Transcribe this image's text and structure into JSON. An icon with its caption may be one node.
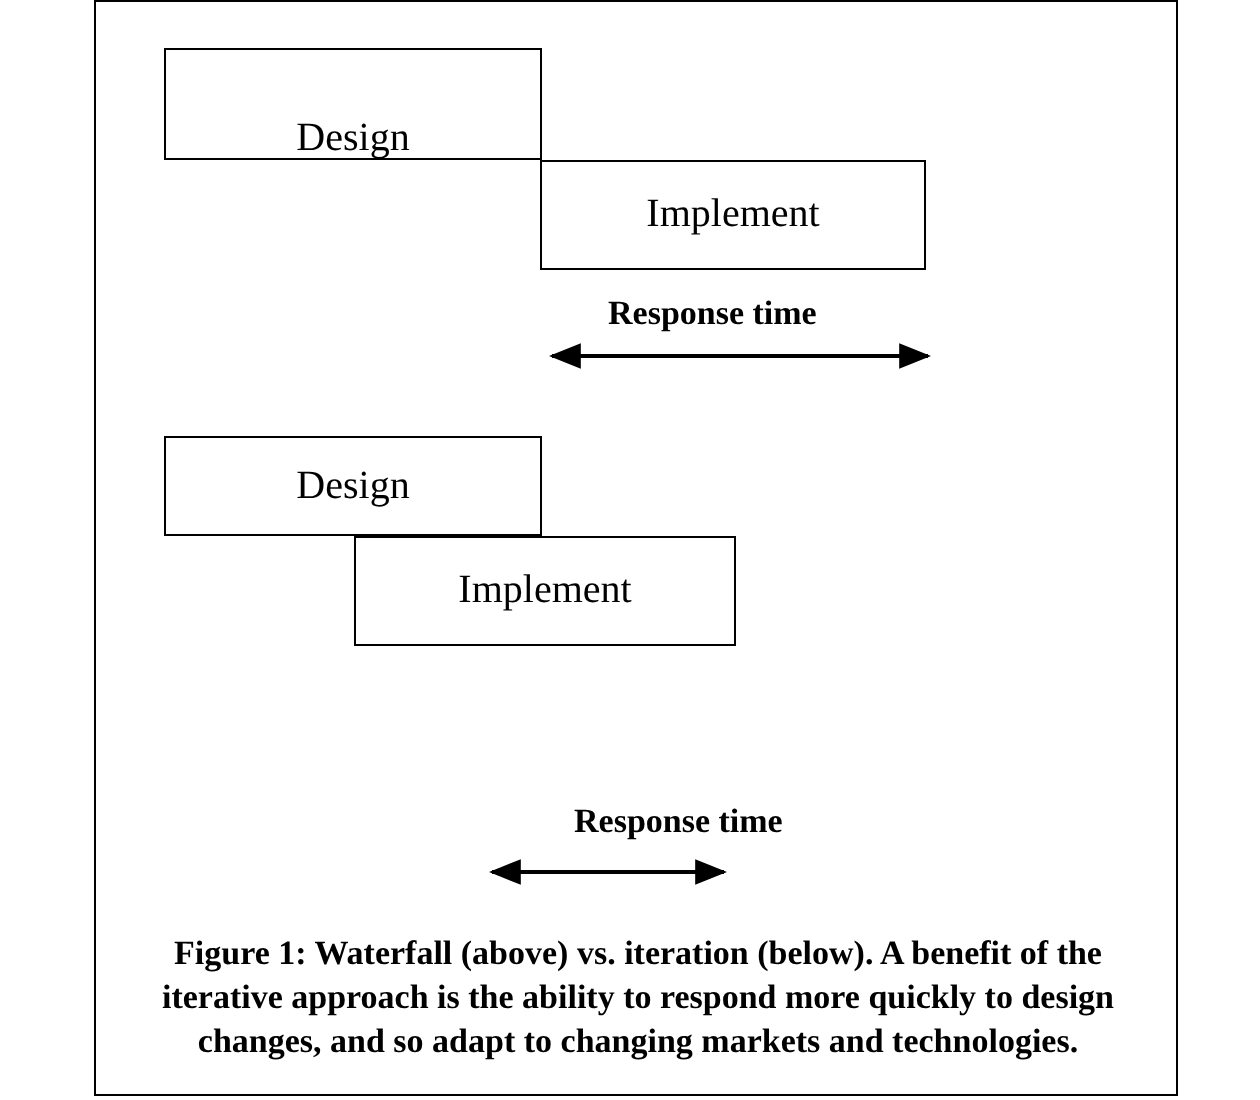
{
  "diagram": {
    "caption": "Figure 1: Waterfall (above) vs. iteration (below). A benefit of the iterative approach is the ability to respond more quickly to design changes, and so adapt to changing markets and technologies.",
    "nodes": [
      {
        "text": [
          "Design"
        ]
      },
      {
        "text": [
          "Implement"
        ]
      },
      {
        "text": [
          "Design"
        ]
      },
      {
        "text": [
          "Implement"
        ]
      }
    ],
    "labels": [
      "Response time",
      "Response time"
    ]
  }
}
